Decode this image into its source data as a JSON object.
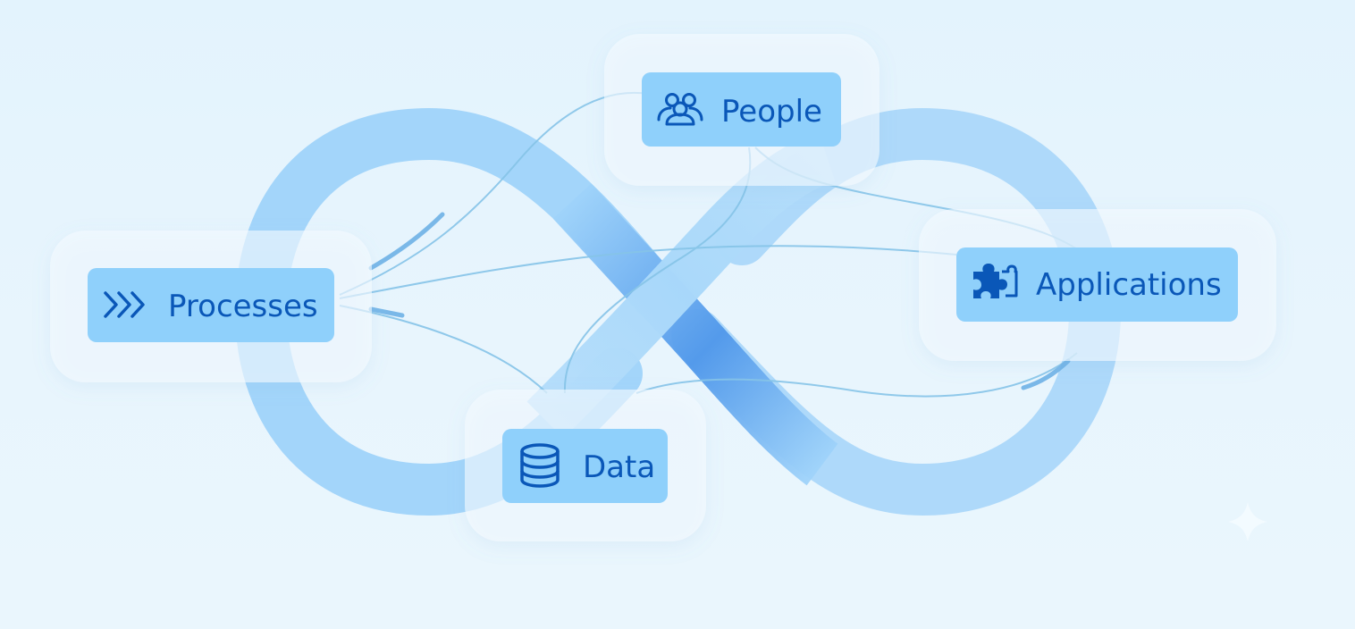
{
  "colors": {
    "background": "#e6f4fd",
    "loop": "#9fd3fa",
    "loop_core": "#3d8ee8",
    "halo": "#f2f9fe",
    "node_fill": "#8fd0fb",
    "node_text": "#0a57b8",
    "connector": "#86c4e8"
  },
  "nodes": {
    "people": {
      "label": "People",
      "icon": "people-group-icon"
    },
    "processes": {
      "label": "Processes",
      "icon": "chevrons-right-icon"
    },
    "applications": {
      "label": "Applications",
      "icon": "puzzle-piece-icon"
    },
    "data": {
      "label": "Data",
      "icon": "database-icon"
    }
  },
  "links": [
    {
      "from": "processes",
      "to": "people"
    },
    {
      "from": "processes",
      "to": "applications"
    },
    {
      "from": "processes",
      "to": "data"
    },
    {
      "from": "people",
      "to": "applications"
    },
    {
      "from": "people",
      "to": "data"
    },
    {
      "from": "data",
      "to": "applications"
    }
  ],
  "decoration": "sparkle-icon"
}
